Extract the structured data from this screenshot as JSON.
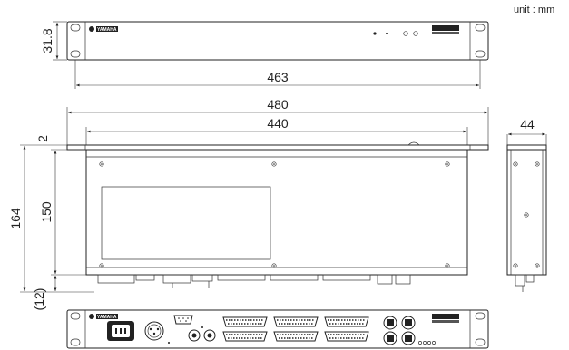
{
  "unit_label": "unit : mm",
  "front_view": {
    "brand": "YAMAHA",
    "dimensions": {
      "height": "31.8",
      "hole_spacing": "463"
    }
  },
  "top_view": {
    "dimensions": {
      "overall_width": "480",
      "body_width": "440",
      "panel_thickness": "2",
      "overall_depth": "164",
      "body_depth": "150",
      "rear_protrusion": "(12)"
    }
  },
  "side_view": {
    "dimensions": {
      "height": "44"
    }
  },
  "rear_view": {
    "brand": "YAMAHA"
  }
}
